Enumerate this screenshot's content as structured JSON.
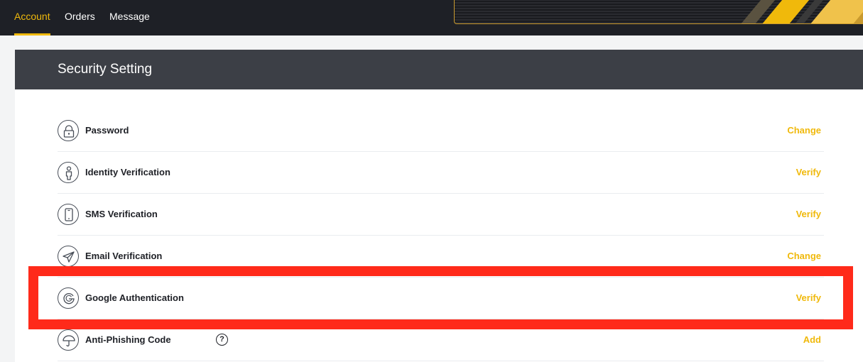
{
  "nav": {
    "tabs": [
      {
        "label": "Account",
        "active": true
      },
      {
        "label": "Orders",
        "active": false
      },
      {
        "label": "Message",
        "active": false
      }
    ]
  },
  "page": {
    "title": "Security Setting"
  },
  "security_items": [
    {
      "label": "Password",
      "action": "Change",
      "icon": "lock-icon"
    },
    {
      "label": "Identity Verification",
      "action": "Verify",
      "icon": "person-icon"
    },
    {
      "label": "SMS Verification",
      "action": "Verify",
      "icon": "phone-icon"
    },
    {
      "label": "Email Verification",
      "action": "Change",
      "icon": "paper-plane-icon"
    },
    {
      "label": "Google Authentication",
      "action": "Verify",
      "icon": "google-icon"
    },
    {
      "label": "Anti-Phishing Code",
      "action": "Add",
      "icon": "umbrella-icon",
      "help": "?"
    }
  ],
  "colors": {
    "accent": "#f0b90b",
    "topbar": "#1e2026",
    "header": "#3c3f46",
    "highlight": "#ff2a1a"
  }
}
